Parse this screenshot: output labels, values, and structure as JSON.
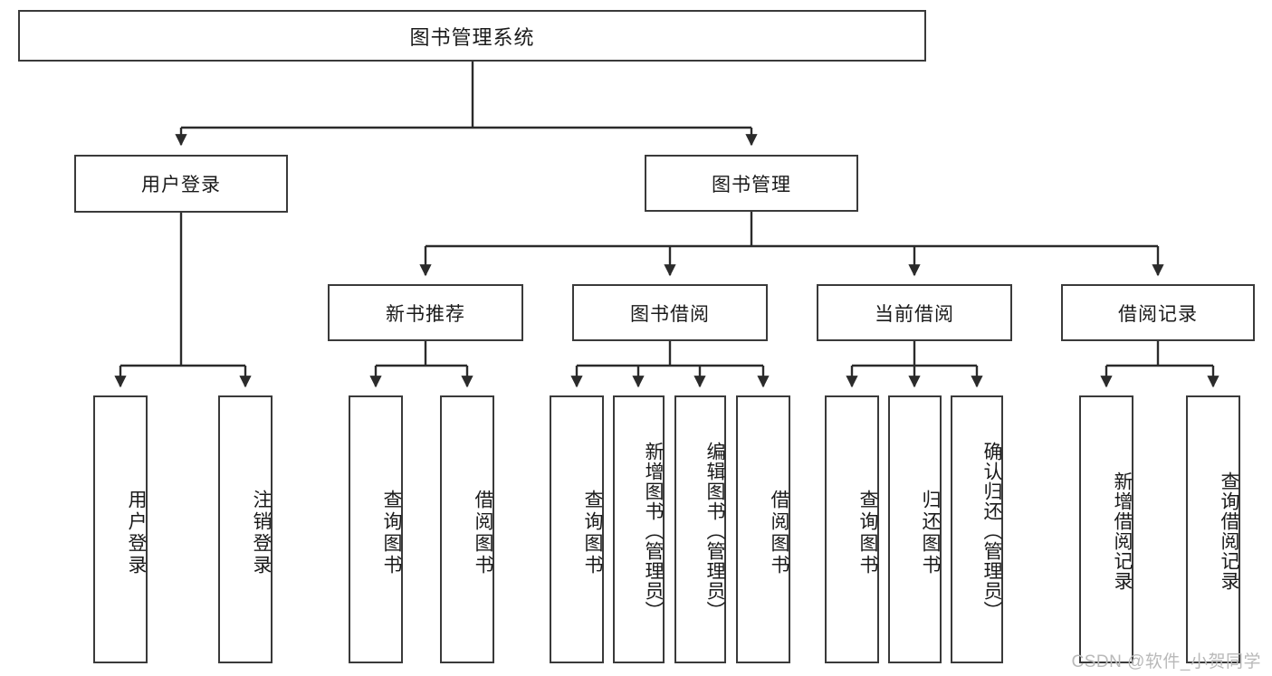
{
  "diagram": {
    "type": "tree",
    "title": "图书管理系统",
    "root": {
      "id": "root",
      "label": "图书管理系统"
    },
    "level2": [
      {
        "id": "user-login",
        "label": "用户登录"
      },
      {
        "id": "book-manage",
        "label": "图书管理"
      }
    ],
    "level3": [
      {
        "id": "new-book-recommend",
        "label": "新书推荐",
        "parent": "book-manage"
      },
      {
        "id": "book-borrow",
        "label": "图书借阅",
        "parent": "book-manage"
      },
      {
        "id": "current-borrow",
        "label": "当前借阅",
        "parent": "book-manage"
      },
      {
        "id": "borrow-record",
        "label": "借阅记录",
        "parent": "book-manage"
      }
    ],
    "leaves": {
      "user_login": [
        {
          "id": "leaf-user-login",
          "label": "用户登录"
        },
        {
          "id": "leaf-user-logout",
          "label": "注销登录"
        }
      ],
      "new_book_recommend": [
        {
          "id": "leaf-query-book-1",
          "label": "查询图书"
        },
        {
          "id": "leaf-borrow-book-1",
          "label": "借阅图书"
        }
      ],
      "book_borrow": [
        {
          "id": "leaf-query-book-2",
          "label": "查询图书"
        },
        {
          "id": "leaf-add-book",
          "label": "新增图书（管理员）"
        },
        {
          "id": "leaf-edit-book",
          "label": "编辑图书（管理员）"
        },
        {
          "id": "leaf-borrow-book-2",
          "label": "借阅图书"
        }
      ],
      "current_borrow": [
        {
          "id": "leaf-query-book-3",
          "label": "查询图书"
        },
        {
          "id": "leaf-return-book",
          "label": "归还图书"
        },
        {
          "id": "leaf-confirm-return",
          "label": "确认归还（管理员）"
        }
      ],
      "borrow_record": [
        {
          "id": "leaf-add-record",
          "label": "新增借阅记录"
        },
        {
          "id": "leaf-query-record",
          "label": "查询借阅记录"
        }
      ]
    },
    "colors": {
      "stroke": "#3a3a3a",
      "text": "#1a1a1a",
      "background": "#ffffff",
      "watermark": "#b9b9b9"
    }
  },
  "watermark": {
    "text": "CSDN @软件_小贺同学"
  }
}
